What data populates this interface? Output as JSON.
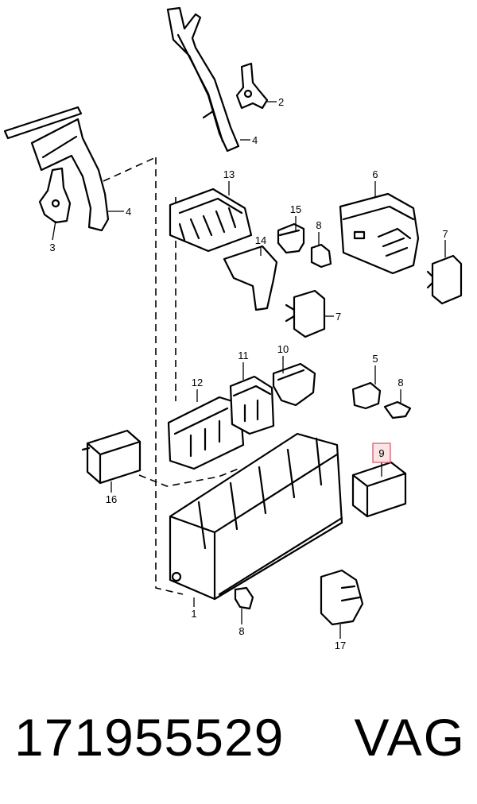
{
  "title": {
    "part_number": "171955529",
    "brand": "VAG"
  },
  "diagram": {
    "highlighted_callout": "9",
    "callouts": [
      {
        "id": "c-1",
        "label": "1"
      },
      {
        "id": "c-2",
        "label": "2"
      },
      {
        "id": "c-3",
        "label": "3"
      },
      {
        "id": "c-4a",
        "label": "4"
      },
      {
        "id": "c-4b",
        "label": "4"
      },
      {
        "id": "c-5",
        "label": "5"
      },
      {
        "id": "c-6",
        "label": "6"
      },
      {
        "id": "c-7a",
        "label": "7"
      },
      {
        "id": "c-7b",
        "label": "7"
      },
      {
        "id": "c-8a",
        "label": "8"
      },
      {
        "id": "c-8b",
        "label": "8"
      },
      {
        "id": "c-8c",
        "label": "8"
      },
      {
        "id": "c-9",
        "label": "9"
      },
      {
        "id": "c-10",
        "label": "10"
      },
      {
        "id": "c-11",
        "label": "11"
      },
      {
        "id": "c-12",
        "label": "12"
      },
      {
        "id": "c-13",
        "label": "13"
      },
      {
        "id": "c-14",
        "label": "14"
      },
      {
        "id": "c-15",
        "label": "15"
      },
      {
        "id": "c-16",
        "label": "16"
      },
      {
        "id": "c-17",
        "label": "17"
      }
    ]
  }
}
